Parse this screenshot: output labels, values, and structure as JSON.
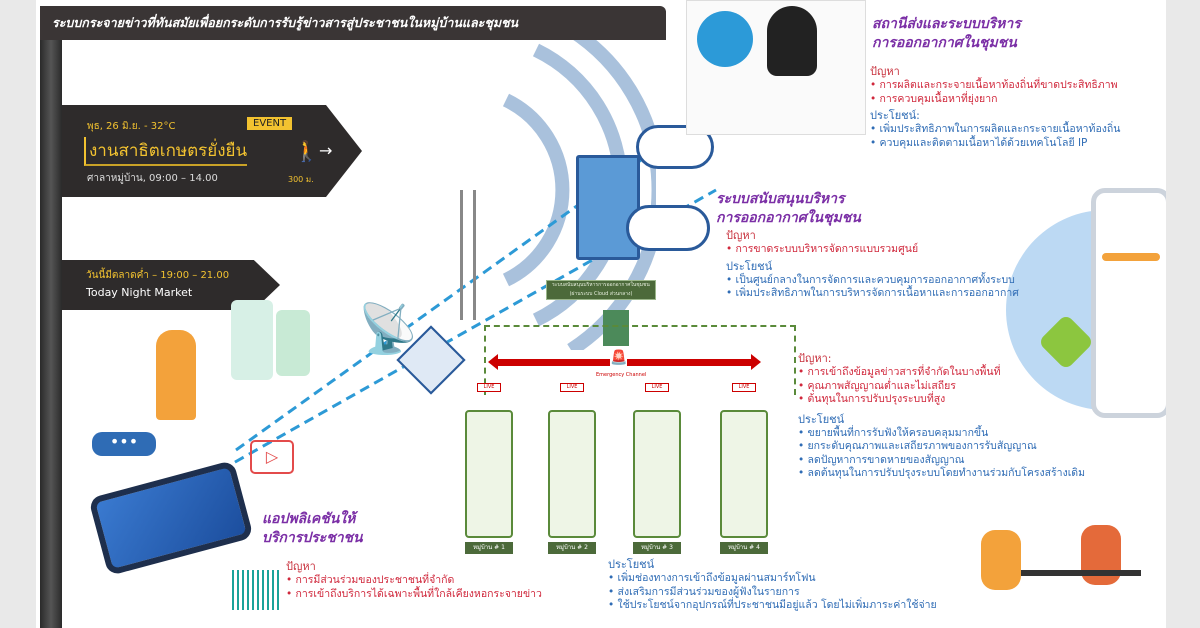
{
  "title": "ระบบกระจายข่าวที่ทันสมัยเพื่อยกระดับการรับรู้ข่าวสารสู่ประชาชนในหมู่บ้านและชุมชน",
  "event_sign": {
    "date_weather": "พุธ, 26 มิ.ย. - 32°C",
    "badge": "EVENT",
    "event_name": "งานสาธิตเกษตรยั่งยืน",
    "place_time": "ศาลาหมู่บ้าน, 09:00 – 14.00",
    "distance": "300 ม."
  },
  "market_sign": {
    "line1": "วันนี้มีตลาดค่ำ – 19:00 – 21.00",
    "line2": "Today Night Market"
  },
  "station": {
    "heading_line1": "สถานีส่งและระบบบริหาร",
    "heading_line2": "การออกอากาศในชุมชน",
    "problem_label": "ปัญหา",
    "problems": [
      "การผลิตและกระจายเนื้อหาท้องถิ่นที่ขาดประสิทธิภาพ",
      "การควบคุมเนื้อหาที่ยุ่งยาก"
    ],
    "benefit_label": "ประโยชน์:",
    "benefits": [
      "เพิ่มประสิทธิภาพในการผลิตและกระจายเนื้อหาท้องถิ่น",
      "ควบคุมและติดตามเนื้อหาได้ด้วยเทคโนโลยี IP"
    ]
  },
  "support": {
    "heading_line1": "ระบบสนับสนุนบริหาร",
    "heading_line2": "การออกอากาศในชุมชน",
    "problem_label": "ปัญหา",
    "problems": [
      "การขาดระบบบริหารจัดการแบบรวมศูนย์"
    ],
    "benefit_label": "ประโยชน์",
    "benefits": [
      "เป็นศูนย์กลางในการจัดการและควบคุมการออกอากาศทั้งระบบ",
      "เพิ่มประสิทธิภาพในการบริหารจัดการเนื้อหาและการออกอากาศ"
    ]
  },
  "network": {
    "cloud_box": "ระบบสนับสนุนบริหารการออกอากาศในชุมชน (ผ่านระบบ Cloud ส่วนกลาง)",
    "emergency": "Emergency Channel",
    "live": "LIVE",
    "villages": [
      "หมู่บ้าน # 1",
      "หมู่บ้าน # 2",
      "หมู่บ้าน # 3",
      "หมู่บ้าน # 4"
    ]
  },
  "speakers": {
    "problem_label": "ปัญหา:",
    "problems": [
      "การเข้าถึงข้อมูลข่าวสารที่จำกัดในบางพื้นที่",
      "คุณภาพสัญญาณต่ำและไม่เสถียร",
      "ต้นทุนในการปรับปรุงระบบที่สูง"
    ],
    "benefit_label": "ประโยชน์",
    "benefits": [
      "ขยายพื้นที่การรับฟังให้ครอบคลุมมากขึ้น",
      "ยกระดับคุณภาพและเสถียรภาพของการรับสัญญาณ",
      "ลดปัญหาการขาดหายของสัญญาณ",
      "ลดต้นทุนในการปรับปรุงระบบโดยทำงานร่วมกับโครงสร้างเดิม"
    ]
  },
  "app": {
    "heading_line1": "แอปพลิเคชันให้",
    "heading_line2": "บริการประชาชน",
    "problem_label": "ปัญหา",
    "problems": [
      "การมีส่วนร่วมของประชาชนที่จำกัด",
      "การเข้าถึงบริการได้เฉพาะพื้นที่ใกล้เคียงหอกระจายข่าว"
    ],
    "benefit_label": "ประโยชน์",
    "benefits": [
      "เพิ่มช่องทางการเข้าถึงข้อมูลผ่านสมาร์ทโฟน",
      "ส่งเสริมการมีส่วนร่วมของผู้ฟังในรายการ",
      "ใช้ประโยชน์จากอุปกรณ์ที่ประชาชนมีอยู่แล้ว โดยไม่เพิ่มภาระค่าใช้จ่าย"
    ]
  },
  "colors": {
    "heading": "#7b2fa6",
    "problem": "#d0283c",
    "benefit": "#2f6cb5",
    "sign": "#2e2b2b",
    "gold": "#f2c230",
    "wave": "#a9c1dc"
  }
}
